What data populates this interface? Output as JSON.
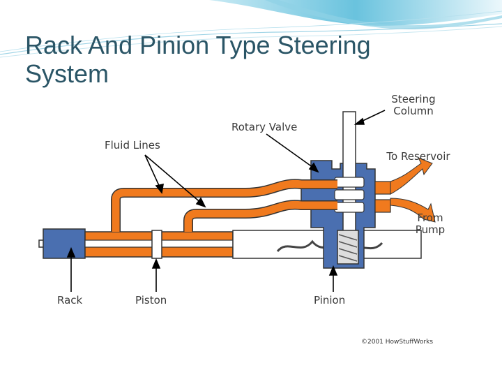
{
  "slide": {
    "title": "Rack And Pinion Type Steering System"
  },
  "diagram": {
    "labels": {
      "steering_column": "Steering Column",
      "rotary_valve": "Rotary Valve",
      "fluid_lines": "Fluid Lines",
      "to_reservoir": "To Reservoir",
      "from_pump": "From Pump",
      "rack": "Rack",
      "piston": "Piston",
      "pinion": "Pinion"
    },
    "copyright": "©2001 HowStuffWorks"
  },
  "colors": {
    "title_text": "#2a5566",
    "wave_accent": "#4fb8d8",
    "fluid_orange": "#f07a1e",
    "housing_blue": "#4a6fb0",
    "outline": "#333333"
  }
}
